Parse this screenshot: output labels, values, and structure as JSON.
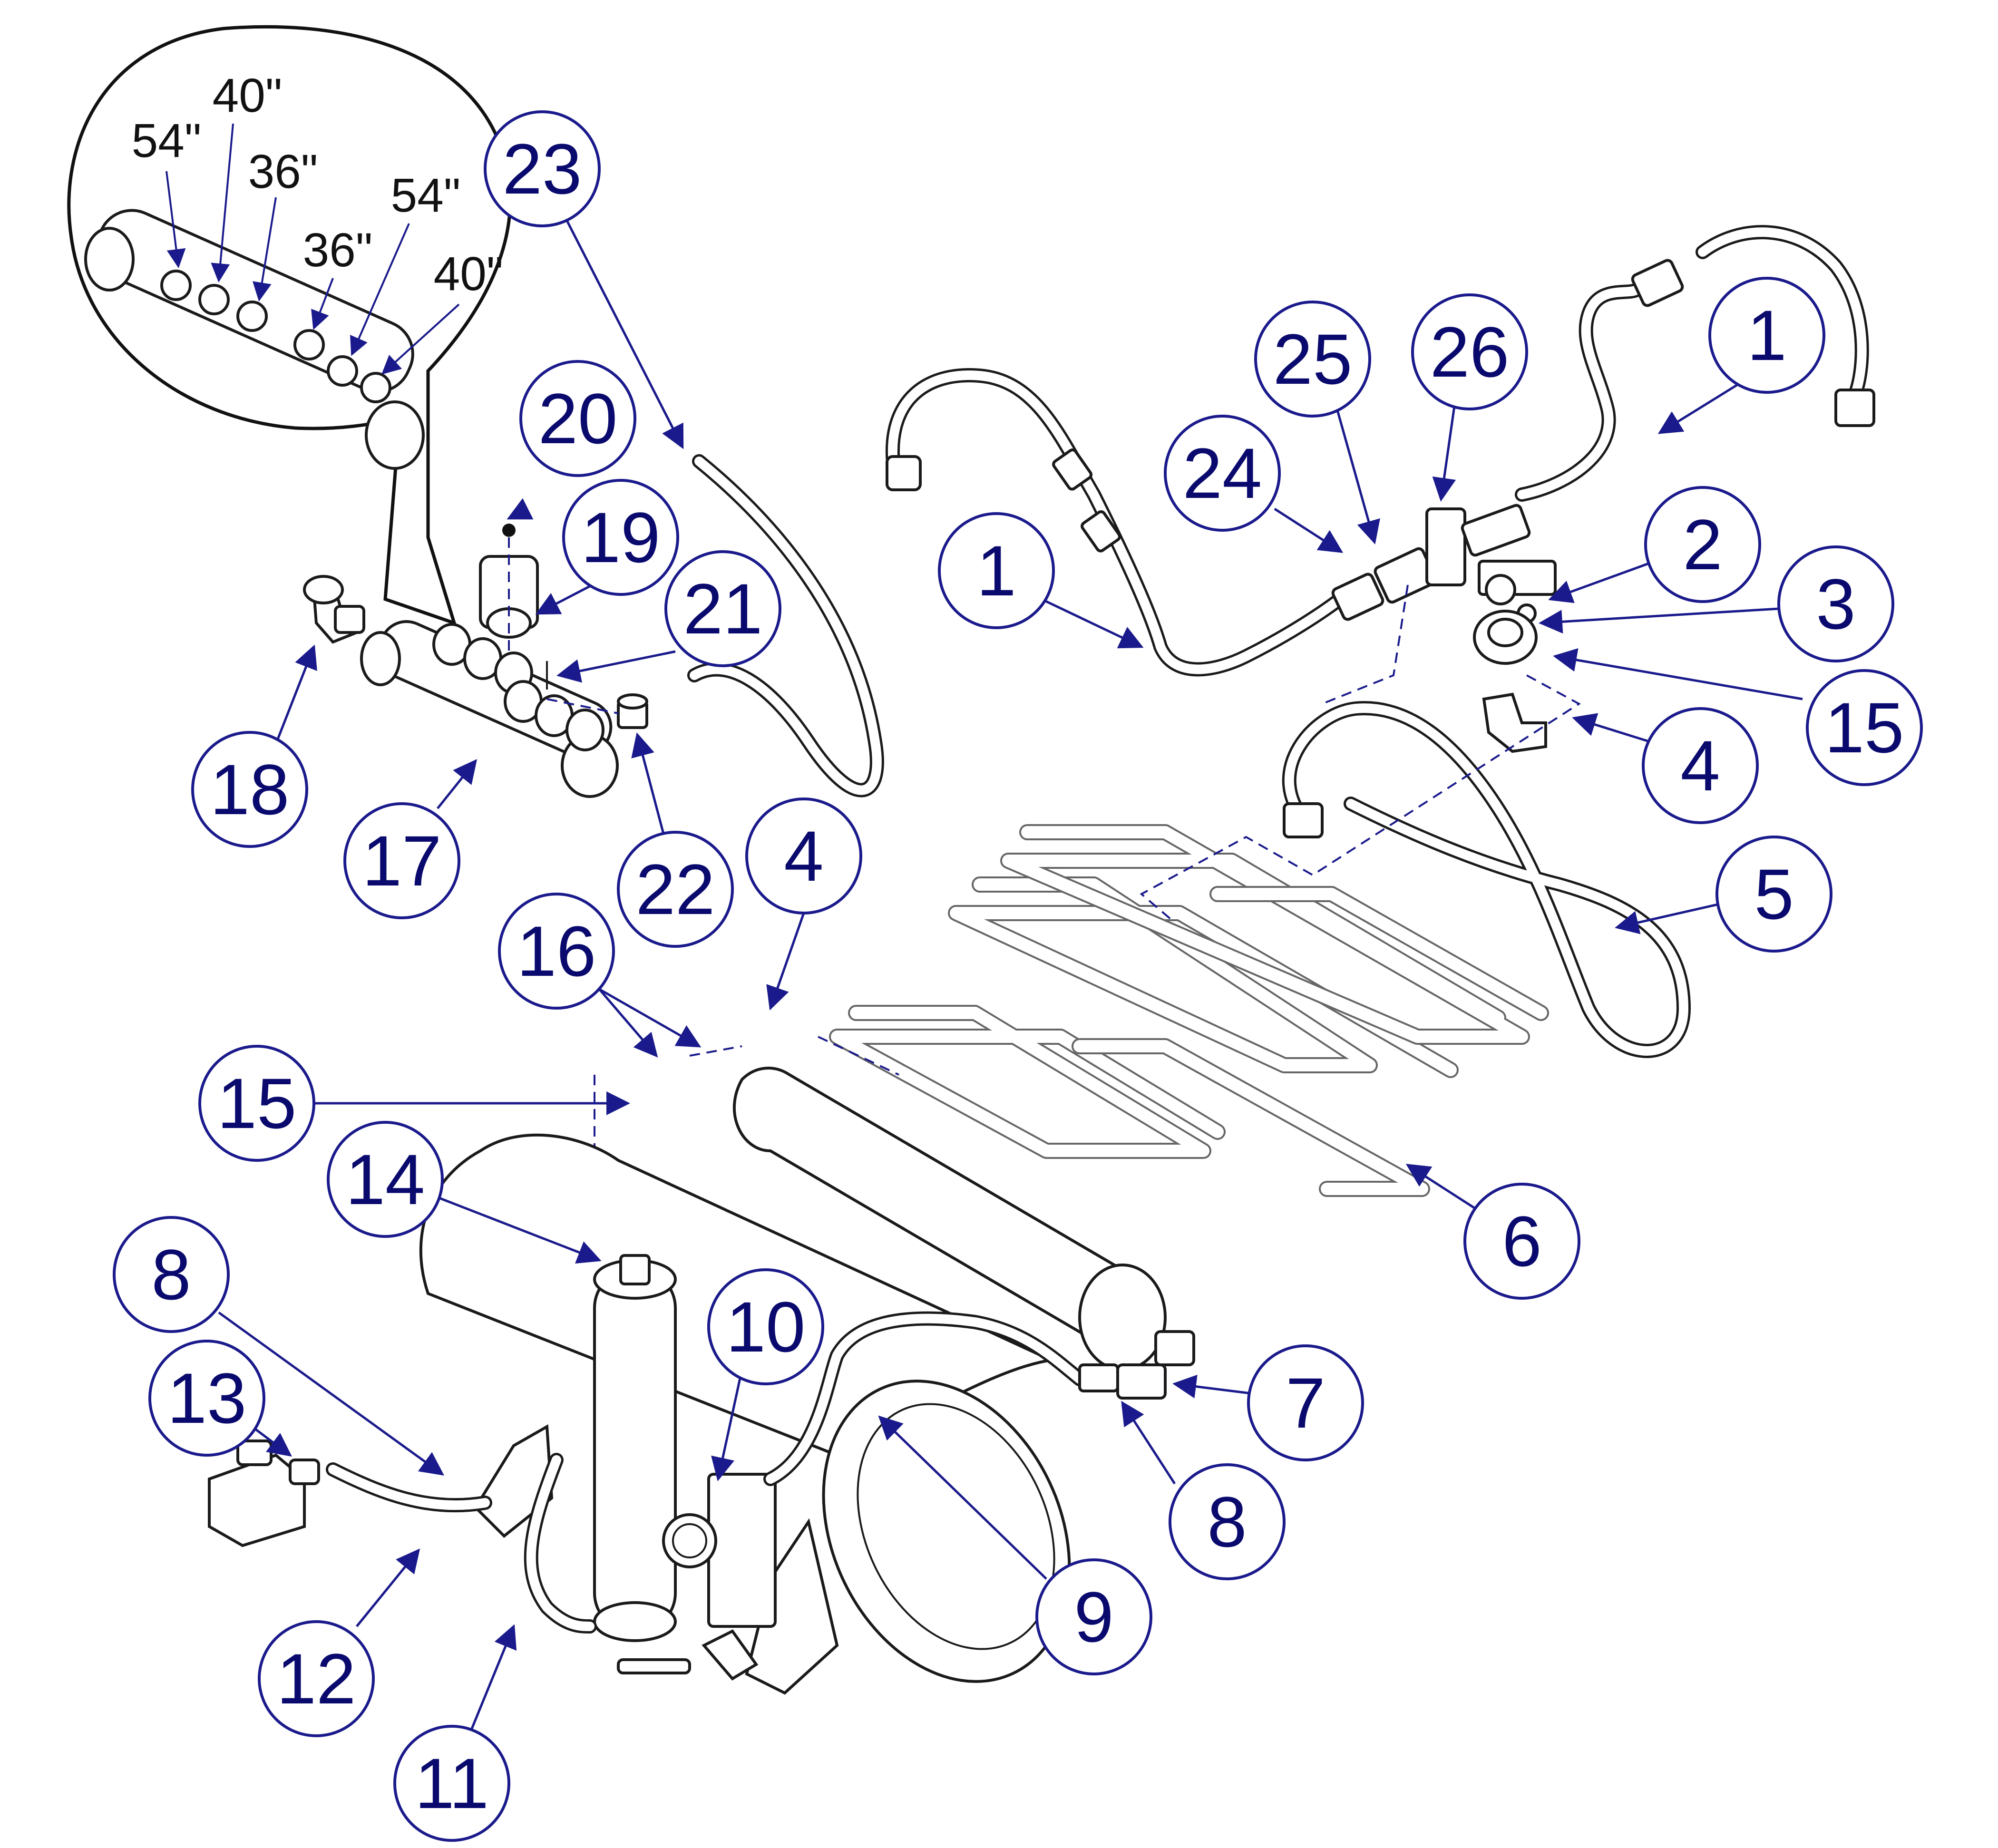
{
  "callout_lengths": [
    "54\"",
    "40\"",
    "36\"",
    "36\"",
    "54\"",
    "40\""
  ],
  "bubbles": [
    {
      "id": "23",
      "label": "23"
    },
    {
      "id": "20",
      "label": "20"
    },
    {
      "id": "19",
      "label": "19"
    },
    {
      "id": "21",
      "label": "21"
    },
    {
      "id": "18",
      "label": "18"
    },
    {
      "id": "17",
      "label": "17"
    },
    {
      "id": "22",
      "label": "22"
    },
    {
      "id": "25",
      "label": "25"
    },
    {
      "id": "26",
      "label": "26"
    },
    {
      "id": "24",
      "label": "24"
    },
    {
      "id": "1a",
      "label": "1"
    },
    {
      "id": "1b",
      "label": "1"
    },
    {
      "id": "2",
      "label": "2"
    },
    {
      "id": "3",
      "label": "3"
    },
    {
      "id": "15a",
      "label": "15"
    },
    {
      "id": "4a",
      "label": "4"
    },
    {
      "id": "5",
      "label": "5"
    },
    {
      "id": "4b",
      "label": "4"
    },
    {
      "id": "16",
      "label": "16"
    },
    {
      "id": "15b",
      "label": "15"
    },
    {
      "id": "14",
      "label": "14"
    },
    {
      "id": "6",
      "label": "6"
    },
    {
      "id": "8a",
      "label": "8"
    },
    {
      "id": "10",
      "label": "10"
    },
    {
      "id": "13",
      "label": "13"
    },
    {
      "id": "7",
      "label": "7"
    },
    {
      "id": "8b",
      "label": "8"
    },
    {
      "id": "9",
      "label": "9"
    },
    {
      "id": "12",
      "label": "12"
    },
    {
      "id": "11",
      "label": "11"
    }
  ]
}
